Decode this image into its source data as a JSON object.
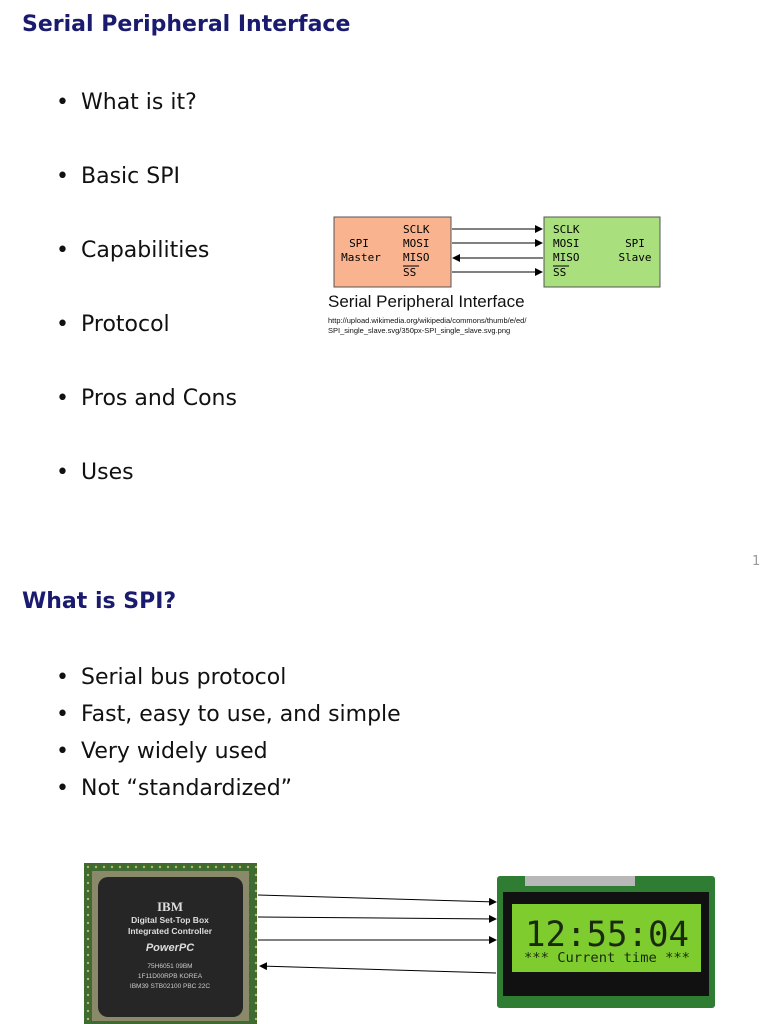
{
  "slide1": {
    "title": "Serial Peripheral Interface",
    "bullets": [
      "What is it?",
      "Basic SPI",
      "Capabilities",
      "Protocol",
      "Pros and Cons",
      "Uses"
    ],
    "diagram": {
      "master_label_line1": "SPI",
      "master_label_line2": "Master",
      "slave_label_line1": "SPI",
      "slave_label_line2": "Slave",
      "signals": [
        "SCLK",
        "MOSI",
        "MISO",
        "SS"
      ],
      "master_color": "#f9b48f",
      "slave_color": "#a9df7c"
    },
    "caption": "Serial Peripheral Interface",
    "url_line1": "http://upload.wikimedia.org/wikipedia/commons/thumb/e/ed/",
    "url_line2": "SPI_single_slave.svg/350px-SPI_single_slave.svg.png",
    "page_number": "1"
  },
  "slide2": {
    "title": "What is SPI?",
    "bullets": [
      "Serial bus protocol",
      "Fast, easy to use, and simple",
      "Very widely used",
      "Not “standardized”"
    ],
    "chip": {
      "brand": "IBM",
      "line1": "Digital Set-Top Box",
      "line2": "Integrated Controller",
      "logo": "PowerPC",
      "code1": "75H6051 09BM",
      "code2": "1F11D00RPB KOREA",
      "code3": "IBM39 STB02100 PBC 22C"
    },
    "lcd": {
      "time": "12:55:04",
      "line2": "*** Current time ***"
    }
  }
}
